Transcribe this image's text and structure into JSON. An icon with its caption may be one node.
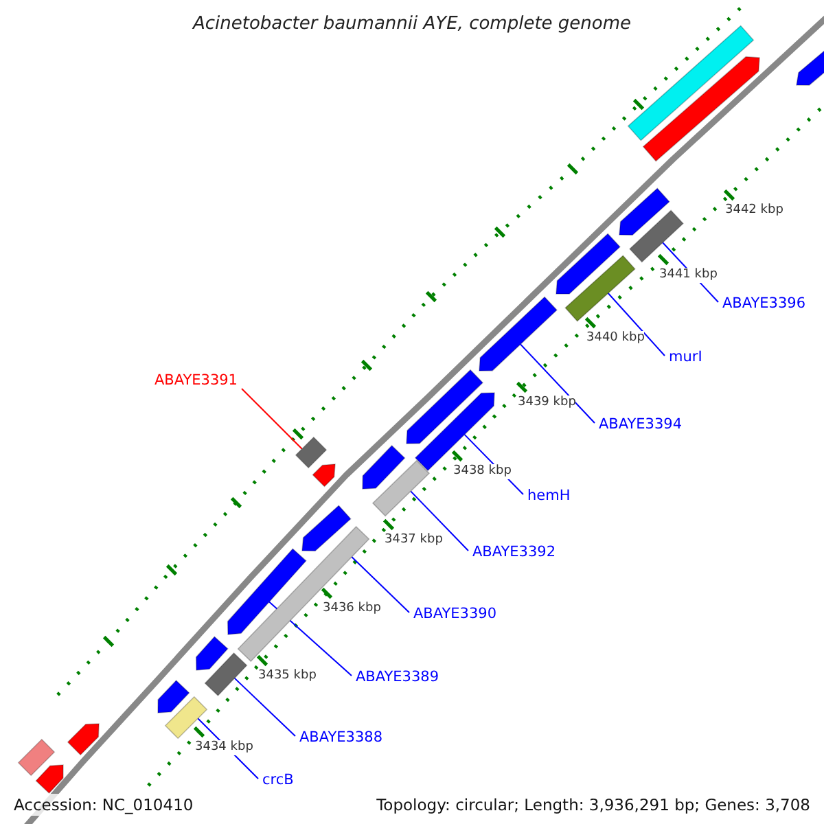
{
  "diagram": {
    "title": "Acinetobacter baumannii AYE, complete genome",
    "nodes": [
      {
        "text": [
          "ABAYE3396"
        ]
      },
      {
        "text": [
          "murI"
        ]
      },
      {
        "text": [
          "ABAYE3391"
        ]
      },
      {
        "text": [
          "ABAYE3394"
        ]
      },
      {
        "text": [
          "hemH"
        ]
      },
      {
        "text": [
          "ABAYE3392"
        ]
      },
      {
        "text": [
          "ABAYE3390"
        ]
      },
      {
        "text": [
          "ABAYE3389"
        ]
      },
      {
        "text": [
          "ABAYE3388"
        ]
      },
      {
        "text": [
          "crcB"
        ]
      },
      {
        "text": [],
        "shape": "bar"
      },
      {
        "text": [],
        "shape": "arrow"
      },
      {
        "text": [],
        "shape": "arrow"
      },
      {
        "text": [],
        "shape": "arrow"
      },
      {
        "text": [],
        "shape": "bar"
      },
      {
        "text": [],
        "shape": "arrow"
      },
      {
        "text": [],
        "shape": "bar"
      },
      {
        "text": [],
        "shape": "arrow"
      },
      {
        "text": [],
        "shape": "arrow"
      },
      {
        "text": [],
        "shape": "arrow"
      },
      {
        "text": [],
        "shape": "bar"
      },
      {
        "text": [],
        "shape": "arrow"
      },
      {
        "text": [],
        "shape": "arrow"
      },
      {
        "text": [],
        "shape": "bar"
      },
      {
        "text": [],
        "shape": "arrow"
      },
      {
        "text": [],
        "shape": "bar"
      },
      {
        "text": [],
        "shape": "arrow"
      },
      {
        "text": [],
        "shape": "arrow"
      },
      {
        "text": [],
        "shape": "bar"
      },
      {
        "text": [],
        "shape": "arrow"
      },
      {
        "text": [],
        "shape": "bar"
      },
      {
        "text": [],
        "shape": "arrow"
      },
      {
        "text": [],
        "shape": "bar"
      },
      {
        "text": [],
        "shape": "arrow"
      }
    ],
    "edges": [
      {
        "from": 0,
        "to": 14,
        "arrow": "none"
      },
      {
        "from": 1,
        "to": 16,
        "arrow": "none"
      },
      {
        "from": 2,
        "to": 20,
        "arrow": "none",
        "color": "#ff0000"
      },
      {
        "from": 3,
        "to": 17,
        "arrow": "none"
      },
      {
        "from": 4,
        "to": 19,
        "arrow": "none"
      },
      {
        "from": 5,
        "to": 23,
        "arrow": "none"
      },
      {
        "from": 6,
        "to": 25,
        "arrow": "none"
      },
      {
        "from": 7,
        "to": 26,
        "arrow": "none"
      },
      {
        "from": 8,
        "to": 28,
        "arrow": "none"
      },
      {
        "from": 9,
        "to": 30,
        "arrow": "none"
      }
    ],
    "labels": [
      "3442 kbp",
      "3441 kbp",
      "3440 kbp",
      "3439 kbp",
      "3438 kbp",
      "3437 kbp",
      "3436 kbp",
      "3435 kbp",
      "3434 kbp",
      "Accession: NC_010410",
      "Topology: circular; Length: 3,936,291 bp; Genes: 3,708"
    ]
  }
}
